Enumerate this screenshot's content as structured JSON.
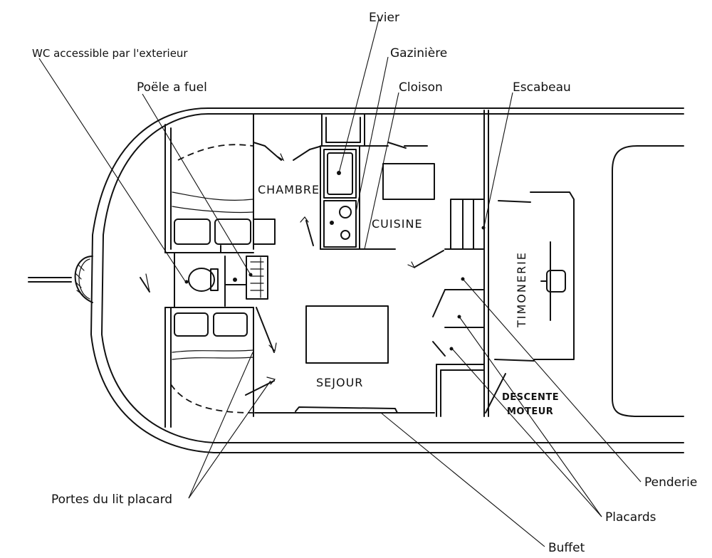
{
  "labels": {
    "evier": "Evier",
    "gaziniere": "Gazinière",
    "cloison": "Cloison",
    "escabeau": "Escabeau",
    "wc": "WC accessible par l'exterieur",
    "poele": "Poële a fuel",
    "portes_lit": "Portes du lit placard",
    "penderie": "Penderie",
    "placards": "Placards",
    "buffet": "Buffet"
  },
  "rooms": {
    "chambre": "CHAMBRE",
    "cuisine": "CUISINE",
    "sejour": "SEJOUR",
    "timonerie": "TIMONERIE",
    "descente_1": "DESCENTE",
    "descente_2": "MOTEUR"
  }
}
